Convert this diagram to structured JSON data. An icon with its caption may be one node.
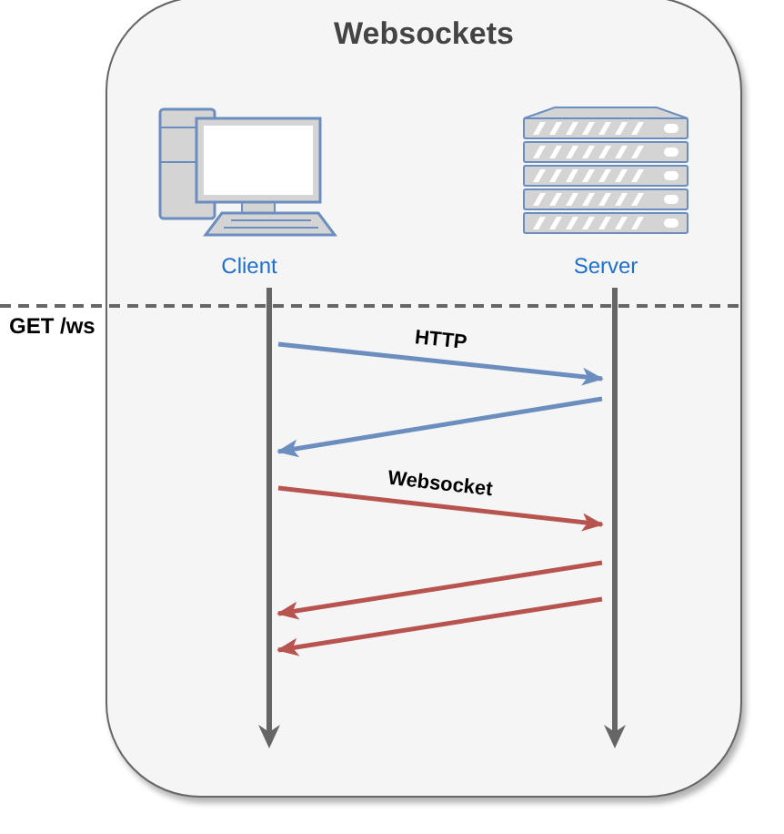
{
  "diagram": {
    "nodes": [
      {
        "text": [
          "Websockets"
        ]
      },
      {
        "text": [
          "Client"
        ],
        "in": 0
      },
      {
        "text": [
          "Server"
        ],
        "in": 0
      },
      {
        "text": [],
        "shape": "bar",
        "in": 0
      },
      {
        "text": [],
        "shape": "bar",
        "in": 0
      }
    ],
    "edges": [
      {
        "from": 3,
        "to": 4,
        "arrow": "to",
        "label": "HTTP",
        "color": "#6c8ebf"
      },
      {
        "from": 4,
        "to": 3,
        "arrow": "to",
        "color": "#6c8ebf"
      },
      {
        "from": 3,
        "to": 4,
        "arrow": "to",
        "label": "Websocket"
      },
      {
        "from": 4,
        "to": 3,
        "arrow": "to"
      },
      {
        "from": 4,
        "to": 3,
        "arrow": "to"
      }
    ],
    "labels": [
      "GET /ws"
    ]
  }
}
